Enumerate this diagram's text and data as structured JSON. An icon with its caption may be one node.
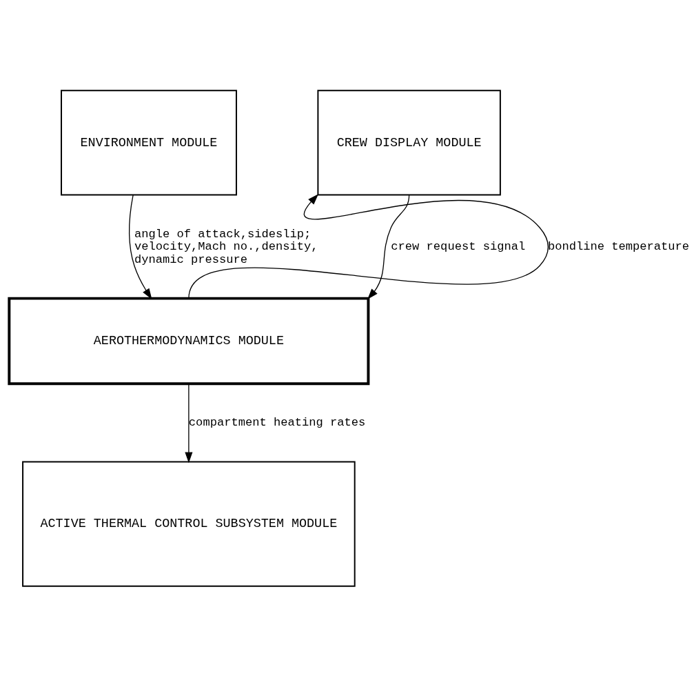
{
  "diagram": {
    "nodes": [
      {
        "text": [
          "ENVIRONMENT MODULE"
        ]
      },
      {
        "text": [
          "CREW DISPLAY MODULE"
        ]
      },
      {
        "text": [
          "AEROTHERMODYNAMICS MODULE"
        ]
      },
      {
        "text": [
          "ACTIVE THERMAL CONTROL SUBSYSTEM MODULE"
        ]
      }
    ],
    "edges": [
      {
        "from": 0,
        "to": 2,
        "arrow": "to",
        "label": "angle of attack,sideslip; velocity,Mach no.,density, dynamic pressure"
      },
      {
        "from": 2,
        "to": 1,
        "arrow": "to",
        "label": "bondline temperature"
      },
      {
        "from": 1,
        "to": 2,
        "arrow": "to",
        "label": "crew request signal"
      },
      {
        "from": 2,
        "to": 3,
        "arrow": "to",
        "label": "compartment heating rates"
      }
    ]
  }
}
